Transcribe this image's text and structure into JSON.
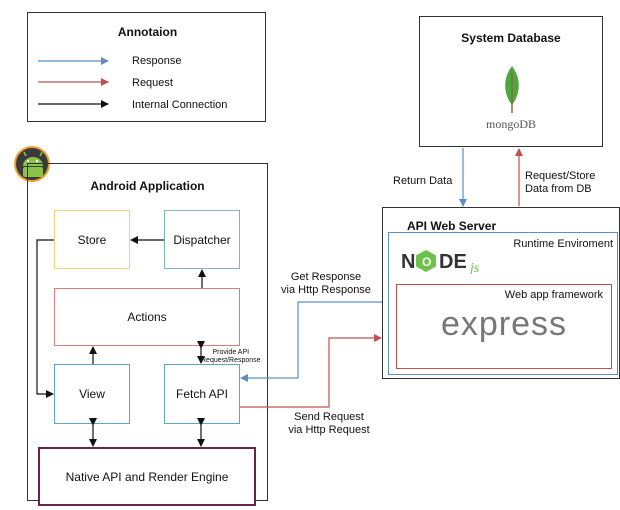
{
  "legend": {
    "title": "Annotaion",
    "items": [
      {
        "label": "Response",
        "color": "#5b8fc9"
      },
      {
        "label": "Request",
        "color": "#c0504d"
      },
      {
        "label": "Internal Connection",
        "color": "#111111"
      }
    ]
  },
  "database": {
    "title": "System Database",
    "logo_text": "mongoDB"
  },
  "db_links": {
    "return_data": "Return Data",
    "request_store": "Request/Store\nData from DB"
  },
  "server": {
    "title": "API Web Server",
    "runtime_label": "Runtime Enviroment",
    "node_logo": "NODE js",
    "framework_label": "Web app framework",
    "express_logo": "express"
  },
  "android": {
    "title": "Android Application",
    "store": "Store",
    "dispatcher": "Dispatcher",
    "actions": "Actions",
    "view": "View",
    "fetch_api": "Fetch API",
    "native": "Native API and Render Engine",
    "provide_api": "Provide API\nRequest/Response"
  },
  "http": {
    "get_response": "Get Response\nvia Http Response",
    "send_request": "Send Request\nvia Http Request"
  },
  "colors": {
    "response": "#5b8fc9",
    "request": "#c0504d",
    "store_border": "#f2d37a",
    "dispatcher_border": "#7fb8b8",
    "actions_border": "#e07b7b",
    "view_border": "#5ea6c9",
    "native_border": "#6b2247",
    "node_green": "#6cc24a",
    "mongo_green": "#4aa83f"
  }
}
